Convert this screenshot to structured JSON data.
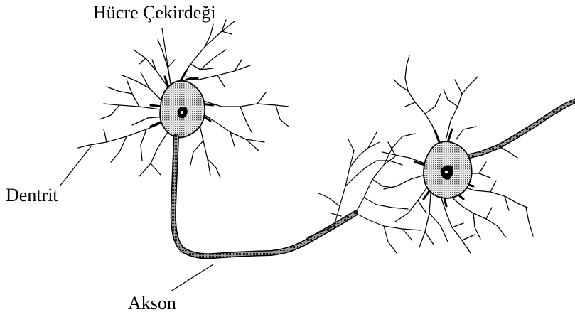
{
  "labels": {
    "nucleus": "Hücre Çekirdeği",
    "dendrite": "Dentrit",
    "axon": "Akson"
  },
  "colors": {
    "ink": "#000000",
    "shading": "#6e6e6e",
    "background": "#ffffff"
  }
}
